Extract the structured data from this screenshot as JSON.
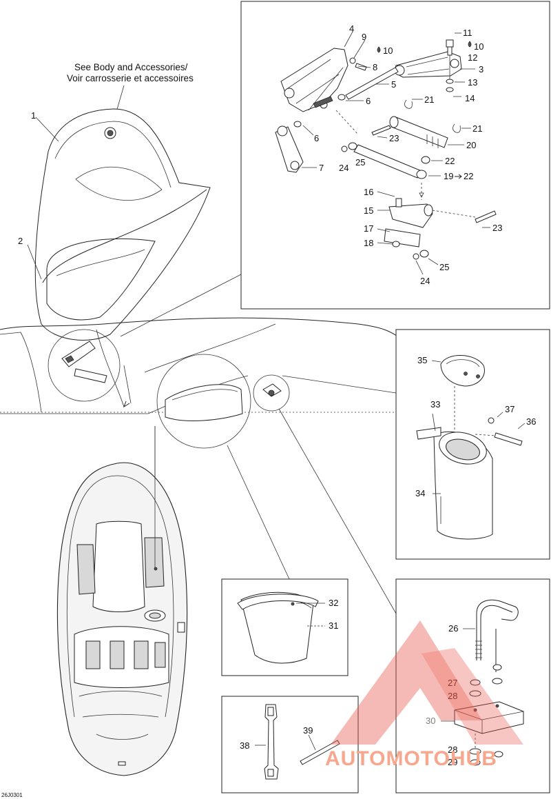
{
  "note": {
    "line1": "See Body and Accessories/",
    "line2": "Voir carrosserie et accessoires"
  },
  "callouts": {
    "c1": "1",
    "c2": "2",
    "c3": "3",
    "c4": "4",
    "c5": "5",
    "c6a": "6",
    "c6b": "6",
    "c7": "7",
    "c8": "8",
    "c9": "9",
    "c10a": "10",
    "c10b": "10",
    "c11": "11",
    "c12": "12",
    "c13": "13",
    "c14": "14",
    "c15": "15",
    "c16": "16",
    "c17": "17",
    "c18": "18",
    "c19": "19",
    "c19arrow": "22",
    "c20": "20",
    "c21a": "21",
    "c21b": "21",
    "c22": "22",
    "c23a": "23",
    "c23b": "23",
    "c24a": "24",
    "c24b": "24",
    "c25a": "25",
    "c25b": "25",
    "c26": "26",
    "c27": "27",
    "c28a": "28",
    "c28b": "28",
    "c29": "29",
    "c30": "30",
    "c31": "31",
    "c32": "32",
    "c33": "33",
    "c34": "34",
    "c35": "35",
    "c36": "36",
    "c37": "37",
    "c38": "38",
    "c39": "39"
  },
  "diagram_code": "26J0301",
  "watermark": "AUTOMOTOHUB",
  "colors": {
    "line": "#222222",
    "watermark": "#f6a78e",
    "watermark_logo": "#e8574a"
  },
  "icons": {
    "drop": "loctite-drop-icon",
    "arrow": "arrow-right-icon"
  }
}
